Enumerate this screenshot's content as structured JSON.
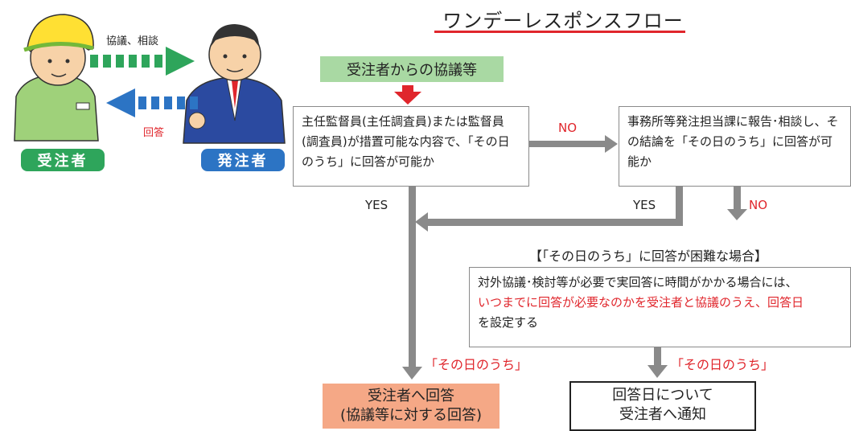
{
  "title": "ワンデーレスポンスフロー",
  "illustration": {
    "arrow_top_label": "協議、相談",
    "arrow_bottom_label": "回答",
    "contractor_badge": "受注者",
    "client_badge": "発注者",
    "colors": {
      "green": "#2ea55b",
      "blue": "#2c74c4",
      "red": "#e0262c"
    }
  },
  "flow": {
    "start_label": "受注者からの協議等",
    "decision1": "主任監督員(主任調査員)または監督員(調査員)が措置可能な内容で、「その日のうち」に回答が可能か",
    "no1": "NO",
    "decision2": "事務所等発注担当課に報告･相談し、その結論を「その日のうち」に回答が可能か",
    "yes1": "YES",
    "yes2": "YES",
    "no2": "NO",
    "difficult_header": "【「その日のうち」に回答が困難な場合】",
    "difficult_line1": "対外協議･検討等が必要で実回答に時間がかかる場合には、",
    "difficult_red": "いつまでに回答が必要なのかを受注者と協議のうえ、回答日",
    "difficult_line3": "を設定する",
    "same_day_left": "「その日のうち」",
    "same_day_right": "「その日のうち」",
    "final_left_line1": "受注者へ回答",
    "final_left_line2": "(協議等に対する回答)",
    "final_right_line1": "回答日について",
    "final_right_line2": "受注者へ通知"
  }
}
